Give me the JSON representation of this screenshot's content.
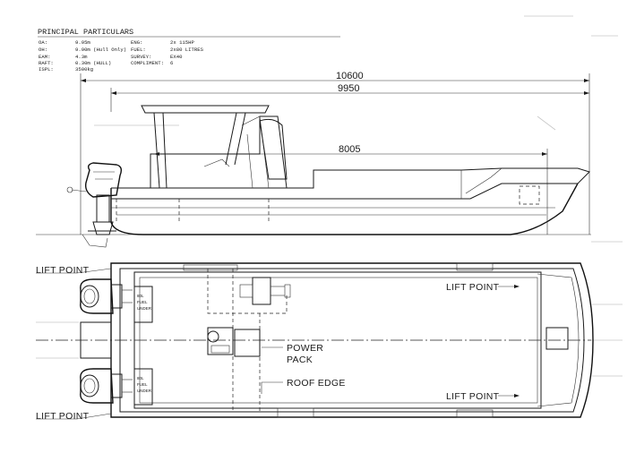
{
  "title": "PRINCIPAL PARTICULARS",
  "particulars": [
    {
      "label": "OA:",
      "value": "9.95m",
      "label2": "ENG:",
      "value2": "2x 115HP"
    },
    {
      "label": "OH:",
      "value": "9.90m (Hull Only)",
      "label2": "FUEL:",
      "value2": "2x80 LITRES"
    },
    {
      "label": "EAM:",
      "value": "4.3m",
      "label2": "SURVEY:",
      "value2": "EX40"
    },
    {
      "label": "RAFT:",
      "value": "0.30m (HULL)",
      "label2": "COMPLIMENT:",
      "value2": "6"
    },
    {
      "label": "ISPL:",
      "value": "3500kg",
      "label2": "",
      "value2": ""
    }
  ],
  "dimensions": {
    "overall": "10600",
    "hull": "9950",
    "deck": "8005"
  },
  "callouts": {
    "lift_point_aft_top": "LIFT POINT",
    "lift_point_aft_bottom": "LIFT POINT",
    "lift_point_fwd_top": "LIFT POINT",
    "lift_point_fwd_bottom": "LIFT POINT",
    "power_pack_line1": "POWER",
    "power_pack_line2": "PACK",
    "roof_edge": "ROOF EDGE"
  },
  "fuel_tank_label": [
    "80L",
    "FUEL",
    "UNDER"
  ]
}
